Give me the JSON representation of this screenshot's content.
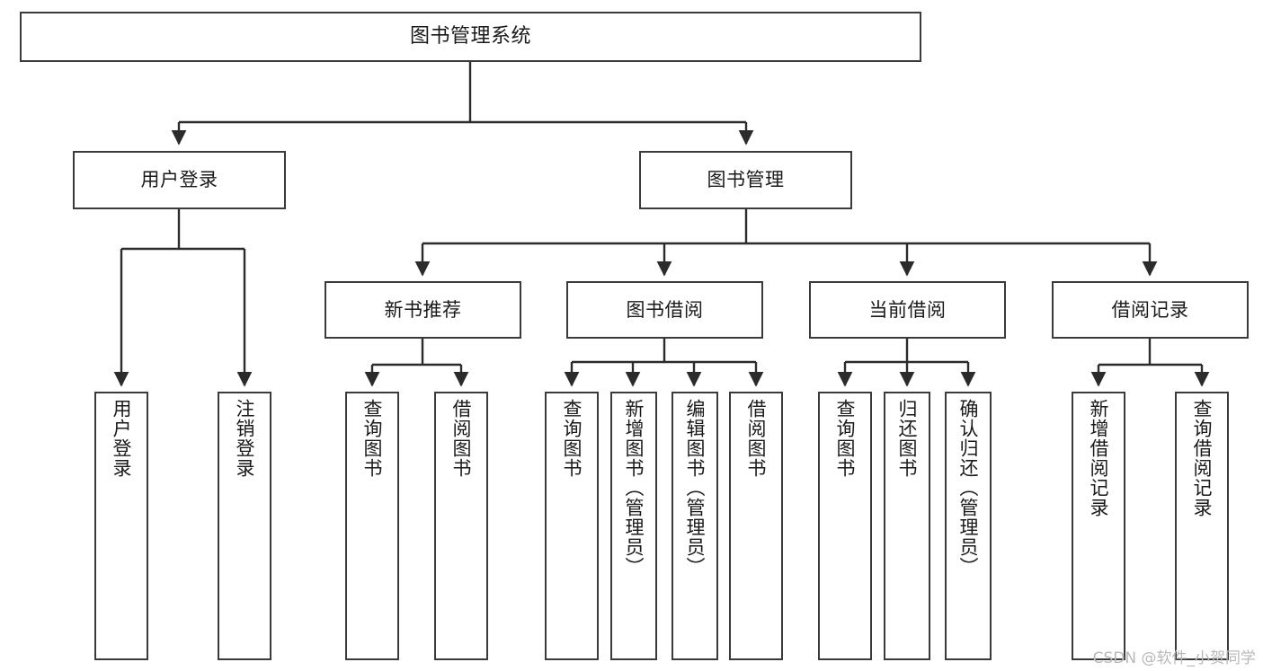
{
  "diagram": {
    "title": "图书管理系统",
    "type": "tree-hierarchy-diagram",
    "colors": {
      "box_border": "#3b3b3b",
      "box_fill": "#ffffff",
      "connector": "#2b2b2b",
      "text": "#1a1a1a",
      "watermark": "#b9b9b9",
      "background": "#ffffff"
    },
    "root": {
      "label": "图书管理系统"
    },
    "level2": [
      {
        "label": "用户登录"
      },
      {
        "label": "图书管理"
      }
    ],
    "level3": [
      {
        "label": "新书推荐"
      },
      {
        "label": "图书借阅"
      },
      {
        "label": "当前借阅"
      },
      {
        "label": "借阅记录"
      }
    ],
    "leaves": {
      "user_login": [
        {
          "label": "用户登录"
        },
        {
          "label": "注销登录"
        }
      ],
      "new_book_recommend": [
        {
          "label": "查询图书"
        },
        {
          "label": "借阅图书"
        }
      ],
      "book_borrow": [
        {
          "label": "查询图书"
        },
        {
          "label": "新增图书（管理员）"
        },
        {
          "label": "编辑图书（管理员）"
        },
        {
          "label": "借阅图书"
        }
      ],
      "current_borrow": [
        {
          "label": "查询图书"
        },
        {
          "label": "归还图书"
        },
        {
          "label": "确认归还（管理员）"
        }
      ],
      "borrow_record": [
        {
          "label": "新增借阅记录"
        },
        {
          "label": "查询借阅记录"
        }
      ]
    },
    "watermark": "CSDN @软件_小贺同学"
  }
}
